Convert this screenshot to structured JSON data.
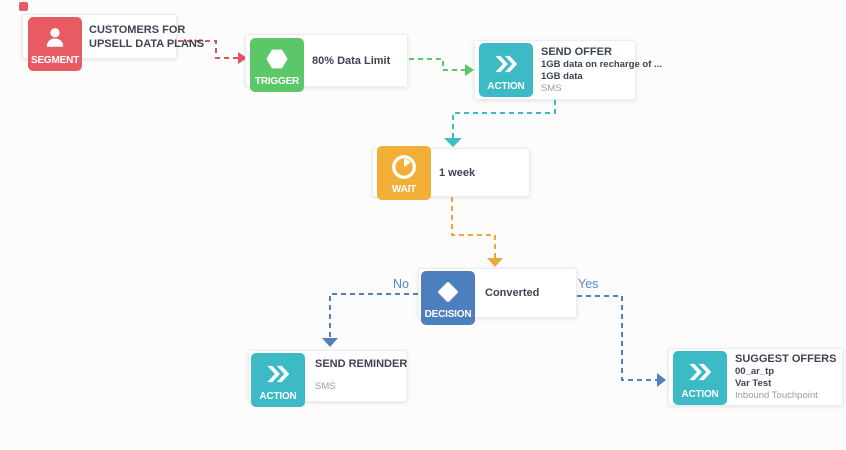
{
  "canvas": {
    "name": "journey-canvas"
  },
  "colors": {
    "segment": "#e85b62",
    "trigger": "#5cc768",
    "action": "#3cbac6",
    "wait": "#f2af38",
    "decision": "#4d7fbe",
    "edge_red": "#e0545e",
    "edge_green": "#5cc768",
    "edge_teal": "#3fb9c5",
    "edge_orange": "#f0a73a",
    "edge_blue": "#5580c0",
    "title_text": "#3f4454",
    "muted_text": "#9b9b9b"
  },
  "nodes": {
    "segment": {
      "type_label": "SEGMENT",
      "icon": "person-icon",
      "title_line1": "CUSTOMERS FOR",
      "title_line2": "UPSELL DATA PLANS"
    },
    "trigger": {
      "type_label": "TRIGGER",
      "icon": "hexagon-icon",
      "title": "80% Data Limit"
    },
    "send_offer": {
      "type_label": "ACTION",
      "icon": "double-chevron-icon",
      "title": "SEND OFFER",
      "detail1": "1GB data on recharge of ...",
      "detail2": "1GB data",
      "channel": "SMS"
    },
    "wait": {
      "type_label": "WAIT",
      "icon": "clock-icon",
      "title": "1 week"
    },
    "decision": {
      "type_label": "DECISION",
      "icon": "diamond-icon",
      "title": "Converted",
      "branch_no_label": "No",
      "branch_yes_label": "Yes"
    },
    "send_reminder": {
      "type_label": "ACTION",
      "icon": "double-chevron-icon",
      "title": "SEND REMINDER",
      "channel": "SMS"
    },
    "suggest_offers": {
      "type_label": "ACTION",
      "icon": "double-chevron-icon",
      "title": "SUGGEST OFFERS",
      "detail1": "00_ar_tp",
      "detail2": "Var Test",
      "channel": "Inbound Touchpoint"
    }
  }
}
